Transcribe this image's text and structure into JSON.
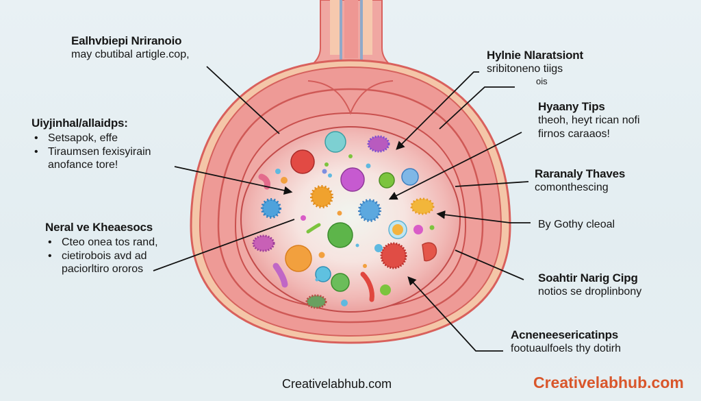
{
  "diagram": {
    "subject": "cross-section of organ with microbes",
    "colors": {
      "background": "#e6eff2",
      "outer_wall": "#e8847f",
      "fat_layer": "#f4c6a8",
      "muscle_layer": "#ef9d9a",
      "lumen": "#f7dad8",
      "lumen_center": "#eef4ef",
      "arrow": "#111111",
      "brand": "#d9562b"
    },
    "microbes": [
      {
        "name": "teal-cell",
        "color": "#7dd0d2"
      },
      {
        "name": "purple-spiky-bacterium",
        "color": "#b85bbf"
      },
      {
        "name": "red-cell",
        "color": "#e24a44"
      },
      {
        "name": "magenta-sphere",
        "color": "#c65ad0"
      },
      {
        "name": "green-sphere",
        "color": "#7cc43e"
      },
      {
        "name": "blue-cell",
        "color": "#7fb7e6"
      },
      {
        "name": "orange-virus",
        "color": "#f0a22e"
      },
      {
        "name": "blue-virus",
        "color": "#5ca8df"
      },
      {
        "name": "yellow-virus",
        "color": "#f2b63a"
      },
      {
        "name": "left-blue-virus",
        "color": "#4fa2dc"
      },
      {
        "name": "green-cell",
        "color": "#5db54a"
      },
      {
        "name": "orange-cell",
        "color": "#f2a03e"
      },
      {
        "name": "blue-bubble",
        "color": "#5fc1e0"
      },
      {
        "name": "green-bubble-cell",
        "color": "#6bbd5a"
      },
      {
        "name": "red-rod",
        "color": "#e0463f"
      },
      {
        "name": "red-spiky-cell",
        "color": "#e04d45"
      },
      {
        "name": "pink-spiky-bacterium",
        "color": "#c860b6"
      },
      {
        "name": "purple-rod",
        "color": "#c067c6"
      },
      {
        "name": "green-oval-bacterium",
        "color": "#6aa060"
      },
      {
        "name": "orange-yolk-cell",
        "color": "#f4b33f"
      },
      {
        "name": "red-half-cell",
        "color": "#e4564a"
      }
    ]
  },
  "labels": {
    "top_left": {
      "title": "Ealhvbiepi Nriranoio",
      "line": "may cbutibal artigle.cop,"
    },
    "mid_left": {
      "title": "Uiyjinhal/allaidps:",
      "bullets": [
        "Setsapok, effe",
        "Tiraumsen fexisyirain"
      ],
      "continuation": "anofance tore!"
    },
    "lower_left": {
      "title": "Neral ve Kheaesocs",
      "bullets": [
        "Cteo onea tos rand,",
        "cietirobois avd ad"
      ],
      "continuation": "paciorltiro ororos"
    },
    "top_right": {
      "title": "Hylnie Nlaratsiont",
      "line": "sribitoneno tiigs",
      "extra": "ois"
    },
    "right_1": {
      "title": "Hyaany Tips",
      "lines": [
        "theoh, heyt rican nofi",
        "firnos caraaos!"
      ]
    },
    "right_2": {
      "title": "Raranaly Thaves",
      "line": "comonthescing"
    },
    "right_3": {
      "line": "By Gothy cleoal"
    },
    "right_4": {
      "title": "Soahtir Narig Cipg",
      "line": "notios se droplinbony"
    },
    "right_5": {
      "title": "Acneneesericatinps",
      "line": "footuaulfoels thy dotirh"
    }
  },
  "footer": {
    "watermark": "Creativelabhub.com",
    "brand": "Creativelabhub.com"
  }
}
